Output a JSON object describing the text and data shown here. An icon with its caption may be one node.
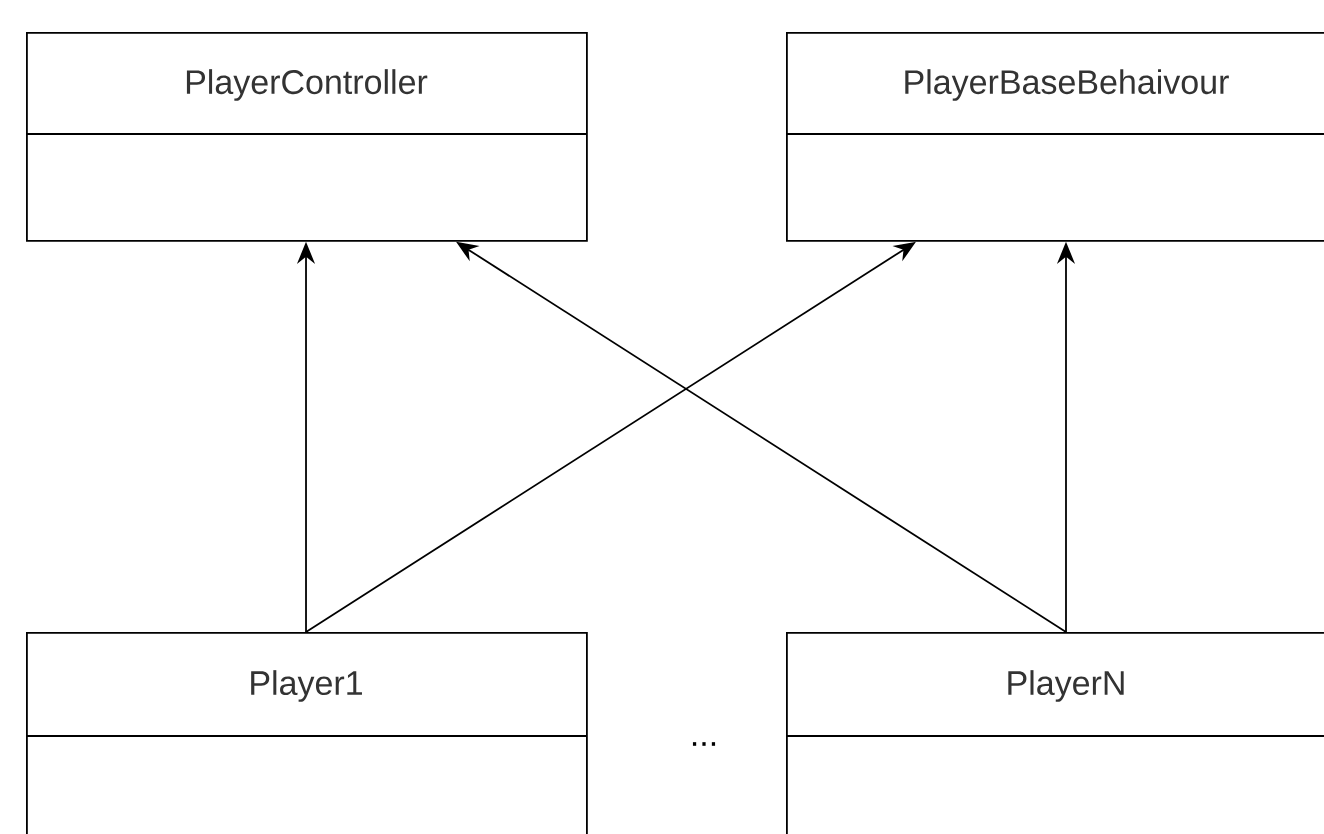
{
  "diagram": {
    "nodes": [
      {
        "text": [
          "PlayerController"
        ]
      },
      {
        "text": [
          "PlayerBaseBehaivour"
        ]
      },
      {
        "text": [
          "Player1"
        ]
      },
      {
        "text": [
          "PlayerN"
        ]
      }
    ],
    "edges": [
      {
        "from": 2,
        "to": 0,
        "arrow": "to"
      },
      {
        "from": 2,
        "to": 1,
        "arrow": "to"
      },
      {
        "from": 3,
        "to": 1,
        "arrow": "to"
      },
      {
        "from": 3,
        "to": 0,
        "arrow": "to"
      }
    ],
    "labels": [
      "..."
    ]
  }
}
